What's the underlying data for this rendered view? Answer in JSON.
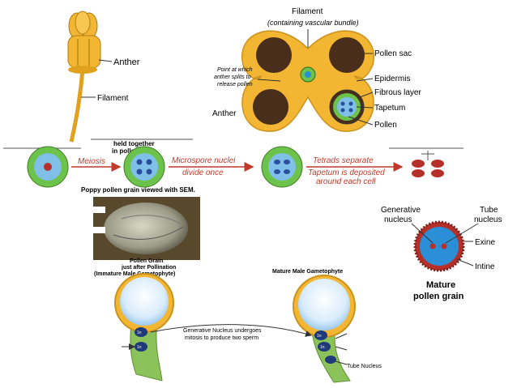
{
  "stamen": {
    "anther_label": "Anther",
    "filament_label": "Filament"
  },
  "anther_section": {
    "filament_title": "Filament",
    "filament_subtitle": "(containing vascular bundle)",
    "split_note_1": "Point at which",
    "split_note_2": "anther splits to",
    "split_note_3": "release pollen",
    "anther_label": "Anther",
    "labels": [
      "Pollen sac",
      "Epidermis",
      "Fibrous layer",
      "Tapetum",
      "Pollen"
    ]
  },
  "process": {
    "held_1": "held together",
    "held_2": "in pollen sac",
    "meiosis": "Meiosis",
    "microspore_1": "Microspore nuclei",
    "microspore_2": "divide once",
    "tetrads_1": "Tetrads separate",
    "tapetum_1": "Tapetum is deposited",
    "tapetum_2": "around each cell"
  },
  "sem": {
    "caption": "Poppy pollen grain viewed with SEM."
  },
  "mature_grain": {
    "generative_1": "Generative",
    "generative_2": "nucleus",
    "tube_1": "Tube",
    "tube_2": "nucleus",
    "exine": "Exine",
    "intine": "Intine",
    "title_1": "Mature",
    "title_2": "pollen grain"
  },
  "gametophyte": {
    "left_title_1": "Pollen Grain",
    "left_title_2": "just after Pollination",
    "left_title_3": "(Immature Male Gametophyte)",
    "right_title": "Mature Male Gametophyte",
    "note_1": "Generative Nucleus undergoes",
    "note_2": "mitosis to produce two sperm",
    "tube_nucleus": "Tube Nucleus",
    "nucleus_tag": "1n"
  },
  "colors": {
    "anther_yellow": "#f2b632",
    "pollen_sac_brown": "#4a2e1c",
    "process_green": "#6cc24a",
    "grain_blue": "#2a8fd6",
    "exine_red": "#b5302a",
    "arrow_red": "#c0392b"
  }
}
